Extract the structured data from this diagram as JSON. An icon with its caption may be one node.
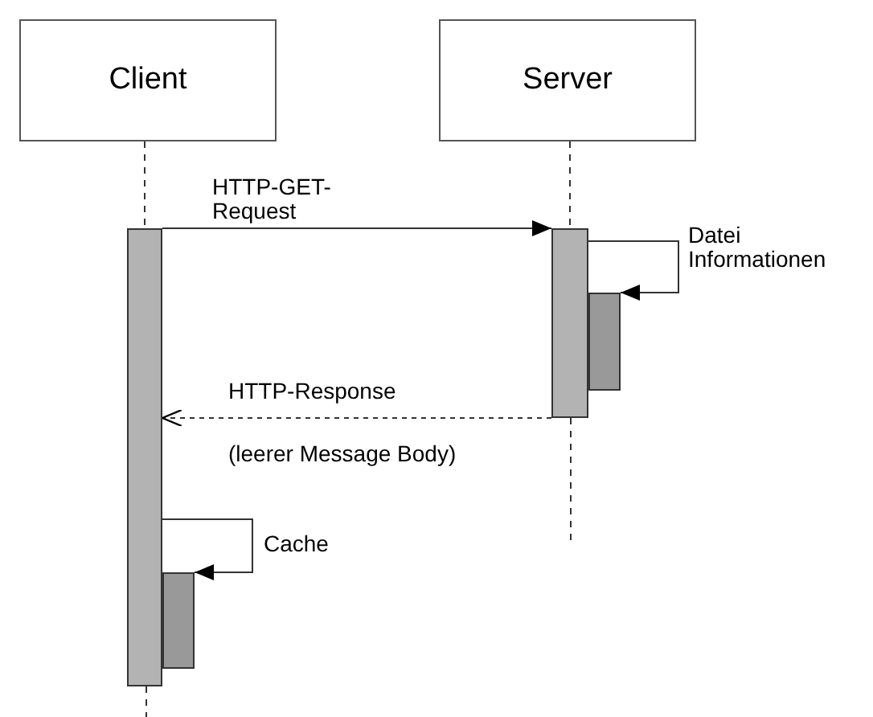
{
  "diagram": {
    "nodes": [
      {
        "text": [
          "Client"
        ]
      },
      {
        "text": [
          "Server"
        ]
      },
      {
        "text": [],
        "shape": "bar"
      },
      {
        "text": [],
        "shape": "bar"
      },
      {
        "text": [],
        "shape": "bar"
      },
      {
        "text": [],
        "shape": "bar"
      }
    ],
    "edges": [
      {
        "from": 0,
        "to": 2,
        "arrow": "none",
        "style": "dashed"
      },
      {
        "from": 1,
        "to": 3,
        "arrow": "none",
        "style": "dashed"
      },
      {
        "from": 2,
        "to": 3,
        "arrow": "to",
        "label": "HTTP-GET-Request"
      },
      {
        "from": 3,
        "to": 4,
        "arrow": "to",
        "label": "Datei Informationen"
      },
      {
        "from": 3,
        "to": 2,
        "arrow": "to",
        "style": "dashed",
        "label": "HTTP-Response"
      },
      {
        "from": 2,
        "to": 5,
        "arrow": "to",
        "label": "Cache"
      }
    ],
    "labels": [
      "(leerer Message Body)"
    ]
  }
}
